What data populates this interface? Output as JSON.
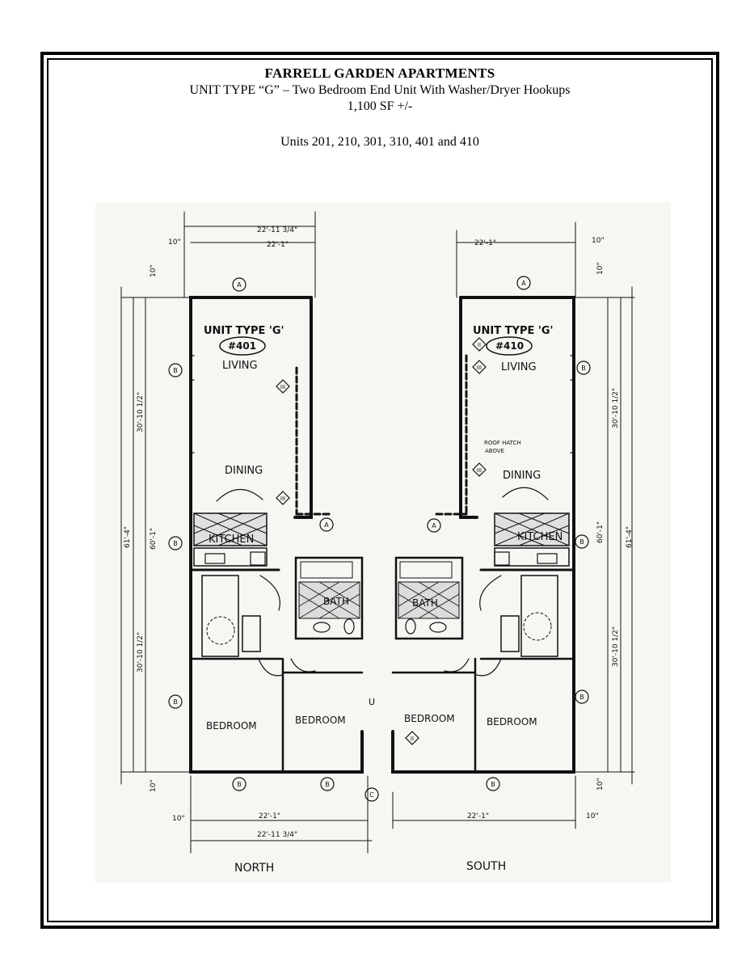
{
  "header": {
    "title": "FARRELL GARDEN APARTMENTS",
    "subtitle": "UNIT TYPE “G” – Two Bedroom End Unit With Washer/Dryer Hookups",
    "area": "1,100 SF +/-",
    "units": "Units 201, 210, 301, 310, 401 and 410"
  },
  "plan": {
    "north": {
      "unit_label": "UNIT TYPE 'G'",
      "unit_number": "#401",
      "rooms": {
        "living": "LIVING",
        "dining": "DINING",
        "kitchen": "KITCHEN",
        "bath": "BATH",
        "bedroom_a": "BEDROOM",
        "bedroom_b": "BEDROOM"
      },
      "orientation": "NORTH",
      "dims": {
        "top_outer": "22'-11 3/4\"",
        "top_inner": "22'-1\"",
        "top_left": "10\"",
        "left_top": "10\"",
        "upper_height": "30'-10 1/2\"",
        "lower_height": "30'-10 1/2\"",
        "mid_height": "60'-1\"",
        "total_height": "61'-4\"",
        "bottom_left": "10\"",
        "bottom_inner": "22'-1\"",
        "bottom_outer": "22'-11 3/4\"",
        "bottom_side": "10\""
      }
    },
    "south": {
      "unit_label": "UNIT TYPE 'G'",
      "unit_number": "#410",
      "rooms": {
        "living": "LIVING",
        "dining": "DINING",
        "kitchen": "KITCHEN",
        "bath": "BATH",
        "bedroom_a": "BEDROOM",
        "bedroom_b": "BEDROOM"
      },
      "roof_hatch": [
        "ROOF HATCH",
        "ABOVE"
      ],
      "orientation": "SOUTH",
      "dims": {
        "top_inner": "22'-1\"",
        "top_right": "10\"",
        "right_top": "10\"",
        "upper_height": "30'-10 1/2\"",
        "lower_height": "30'-10 1/2\"",
        "mid_height": "60'-1\"",
        "total_height": "61'-4\"",
        "bottom_right": "10\"",
        "bottom_inner": "22'-1\"",
        "bottom_side": "10\""
      }
    },
    "markers": {
      "A": "A",
      "B": "B",
      "C": "C",
      "I": "I",
      "II": "II",
      "III": "III",
      "U": "U"
    }
  }
}
